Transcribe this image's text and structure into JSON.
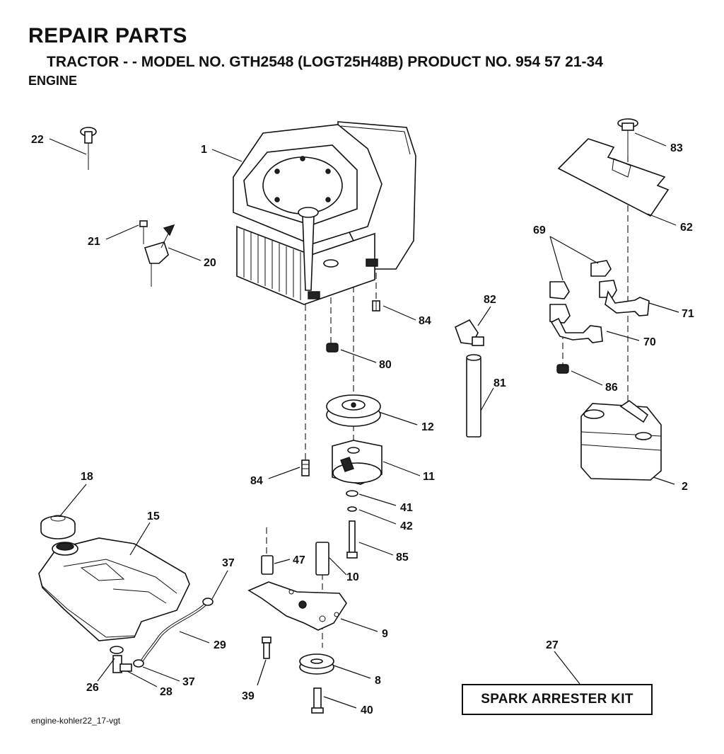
{
  "header": {
    "title": "REPAIR PARTS",
    "subtitle": "TRACTOR - - MODEL NO. GTH2548 (LOGT25H48B) PRODUCT NO. 954 57 21-34",
    "section": "ENGINE"
  },
  "kit_label": "SPARK ARRESTER KIT",
  "footer_id": "engine-kohler22_17-vgt",
  "callouts": [
    "1",
    "2",
    "8",
    "9",
    "10",
    "11",
    "12",
    "15",
    "18",
    "20",
    "21",
    "22",
    "26",
    "27",
    "28",
    "29",
    "37",
    "37",
    "39",
    "40",
    "41",
    "42",
    "47",
    "62",
    "69",
    "70",
    "71",
    "80",
    "81",
    "82",
    "83",
    "84",
    "84",
    "85",
    "86"
  ]
}
